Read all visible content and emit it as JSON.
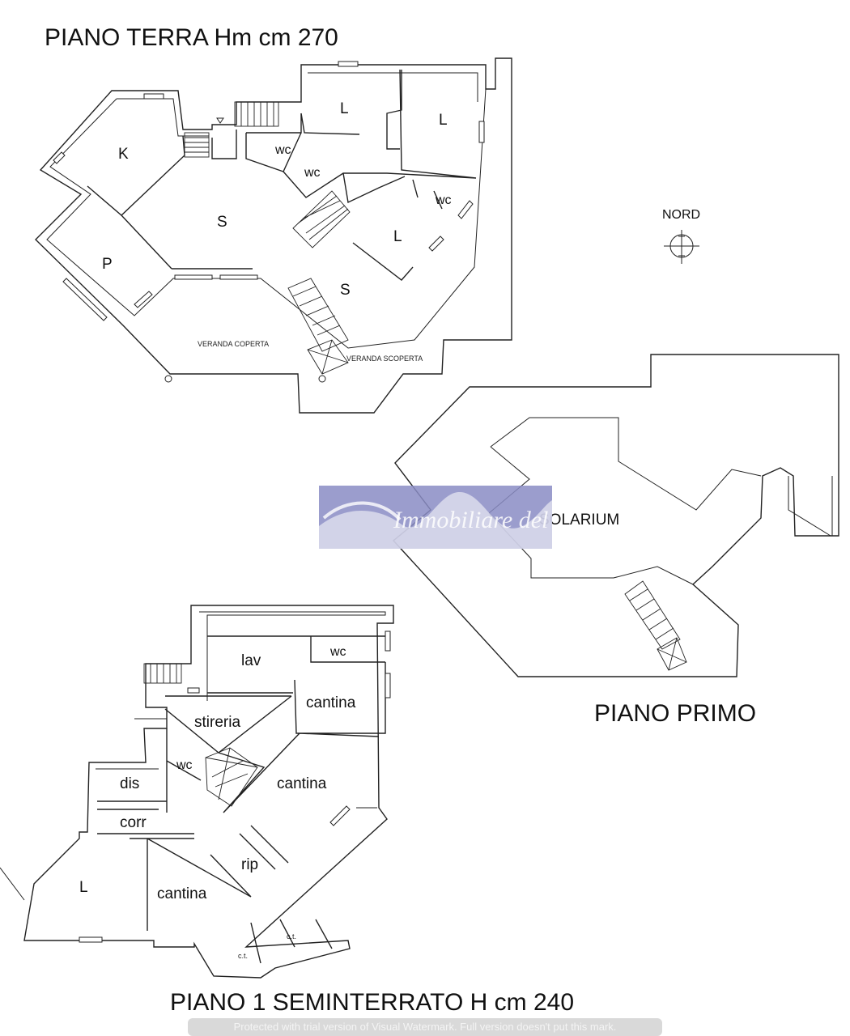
{
  "floors": {
    "ground": {
      "title": "PIANO TERRA Hm  cm 270",
      "rooms": {
        "k": "K",
        "p": "P",
        "s1": "S",
        "s2": "S",
        "l1": "L",
        "l2": "L",
        "l3": "L",
        "wc1": "wc",
        "wc2": "wc",
        "wc3": "wc",
        "veranda_coperta": "VERANDA COPERTA",
        "veranda_scoperta": "VERANDA SCOPERTA"
      }
    },
    "first": {
      "title": "PIANO PRIMO",
      "rooms": {
        "solarium": "SOLARIUM"
      }
    },
    "basement": {
      "title": "PIANO 1 SEMINTERRATO  H cm 240",
      "rooms": {
        "lav": "lav",
        "wc_top": "wc",
        "cantina_top": "cantina",
        "stireria": "stireria",
        "wc_mid": "wc",
        "cantina_mid": "cantina",
        "dis": "dis",
        "corr": "corr",
        "rip": "rip",
        "l": "L",
        "cantina_bottom": "cantina",
        "ct1": "c.t.",
        "ct2": "c.t."
      }
    }
  },
  "compass": {
    "label": "NORD"
  },
  "watermark": {
    "text": "Immobiliare del",
    "trial_notice": "Protected with trial version of Visual Watermark. Full version doesn't put this mark.",
    "color": "#8a8cc4"
  }
}
